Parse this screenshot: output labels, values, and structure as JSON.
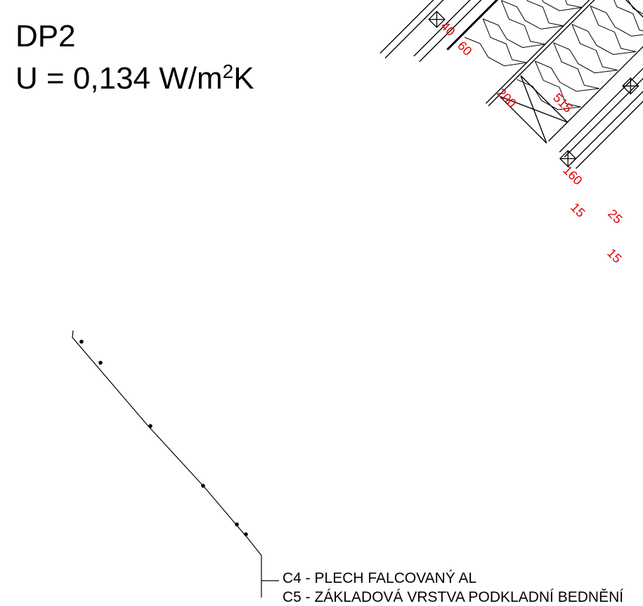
{
  "title": {
    "name": "DP2",
    "u_prefix": "U = 0,134 W/m",
    "u_sup": "2",
    "u_suffix": "K"
  },
  "dimensions": {
    "d40": "40",
    "d60": "60",
    "d200": "200",
    "d515": "515",
    "d160": "160",
    "d15a": "15",
    "d25": "25",
    "d15b": "15"
  },
  "callout": {
    "line1": "C4 - PLECH FALCOVANÝ AL",
    "line2": "C5 - ZÁKLADOVÁ VRSTVA PODKLADNÍ BEDNĚNÍ"
  },
  "colors": {
    "linework": "#000000",
    "dimensions": "#e00000"
  }
}
